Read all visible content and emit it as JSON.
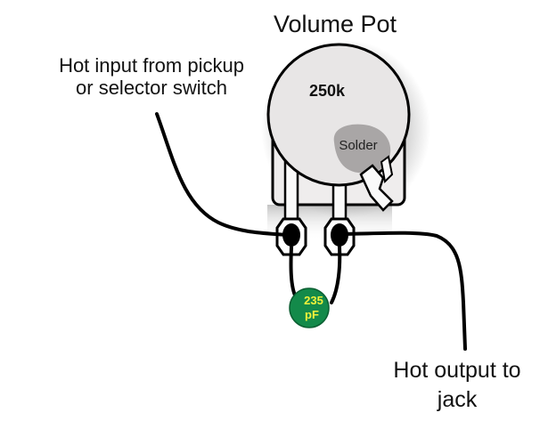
{
  "diagram": {
    "title": "Volume Pot",
    "pot_value": "250k",
    "solder_label": "Solder",
    "input_label": [
      "Hot input from pickup",
      "or selector switch"
    ],
    "output_label": [
      "Hot output to",
      "jack"
    ],
    "capacitor": {
      "value": "235",
      "unit": "pF",
      "fill_color": "#138a4a",
      "text_color": "#f2f23a"
    },
    "colors": {
      "pot_face": "#e8e6e6",
      "solder": "#a9a6a6",
      "wire": "#000000"
    }
  }
}
